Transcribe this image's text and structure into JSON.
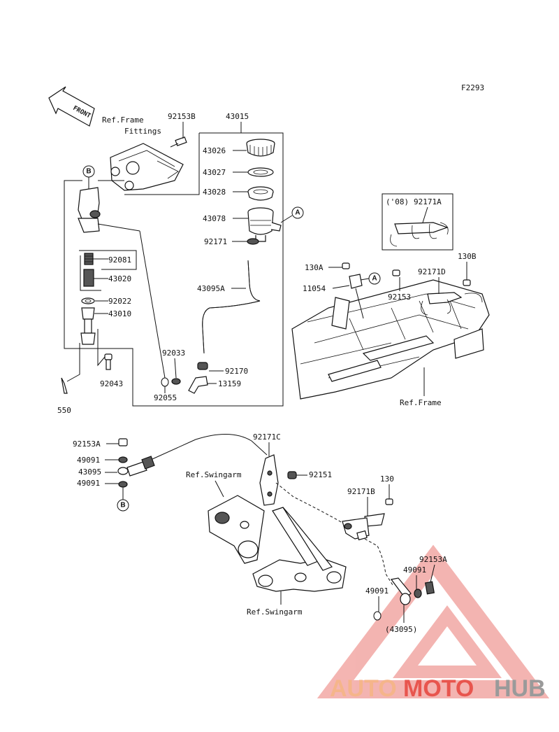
{
  "diagram_code": "F2293",
  "front_label": "FRONT",
  "refs": {
    "frame_fittings_1": "Ref.Frame",
    "frame_fittings_2": "Fittings",
    "frame": "Ref.Frame",
    "swingarm_top": "Ref.Swingarm",
    "swingarm_bottom": "Ref.Swingarm",
    "year_note": "('08)"
  },
  "callouts": {
    "a": "A",
    "b": "B"
  },
  "parts": {
    "p92153B": "92153B",
    "p43015": "43015",
    "p43026": "43026",
    "p43027": "43027",
    "p43028": "43028",
    "p43078": "43078",
    "p92171": "92171",
    "p43095A": "43095A",
    "p92033": "92033",
    "p92170": "92170",
    "p13159": "13159",
    "p92055": "92055",
    "p92081": "92081",
    "p43020": "43020",
    "p92022": "92022",
    "p43010": "43010",
    "p92043": "92043",
    "p550": "550",
    "p92171A": "92171A",
    "p130A": "130A",
    "p11054": "11054",
    "p92153": "92153",
    "p92171D": "92171D",
    "p130B": "130B",
    "p92153A_left": "92153A",
    "p49091_left1": "49091",
    "p43095": "43095",
    "p49091_left2": "49091",
    "p92171C": "92171C",
    "p92151": "92151",
    "p130": "130",
    "p92171B": "92171B",
    "p92153A_right": "92153A",
    "p49091_right1": "49091",
    "p49091_right2": "49091",
    "p43095_paren": "(43095)"
  },
  "watermark": {
    "part1": "AUTO",
    "part2": "MOTO",
    "part3": "HUB",
    "color_light": "#f5b58a",
    "color_red": "#e8554e",
    "color_gray": "#9a9a9a"
  }
}
